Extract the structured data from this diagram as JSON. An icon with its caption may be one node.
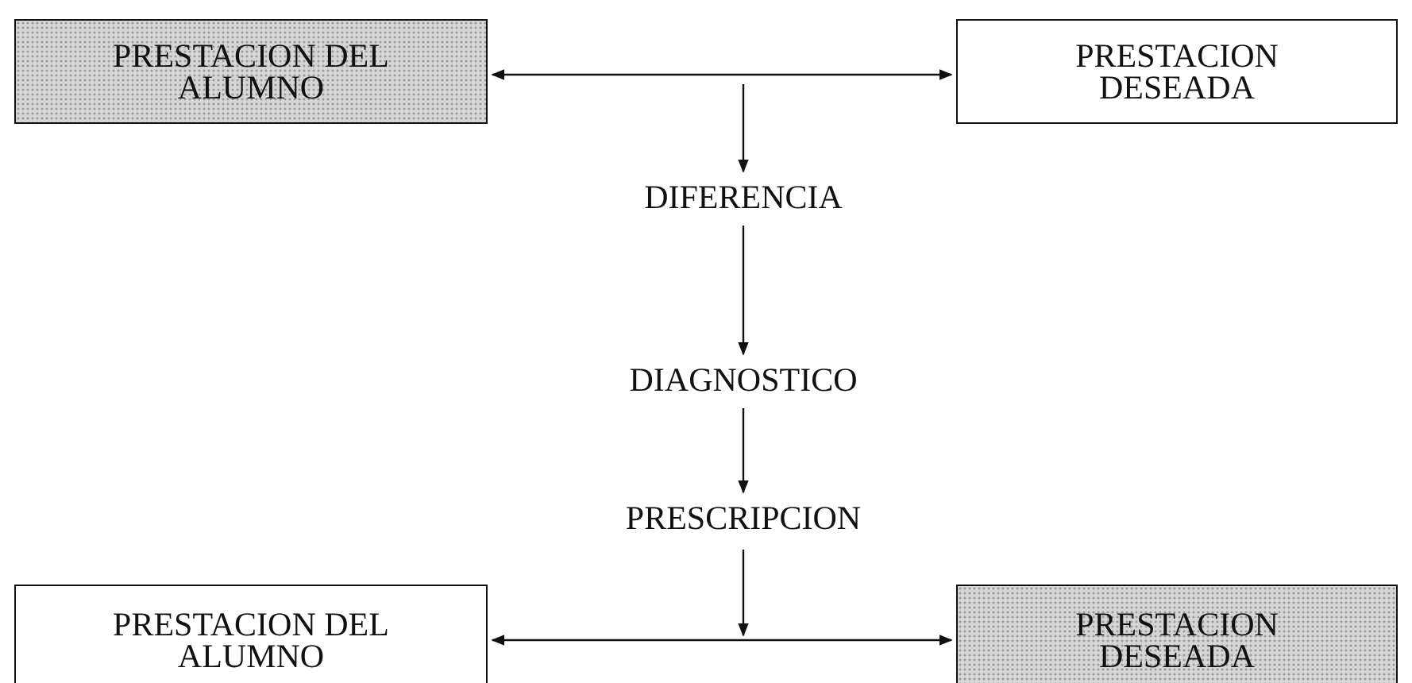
{
  "diagram": {
    "nodes": [
      {
        "text": [
          "PRESTACION DEL ALUMNO"
        ]
      },
      {
        "text": [
          "PRESTACION DESEADA"
        ]
      },
      {
        "text": [
          "DIFERENCIA"
        ]
      },
      {
        "text": [
          "DIAGNOSTICO"
        ]
      },
      {
        "text": [
          "PRESCRIPCION"
        ]
      },
      {
        "text": [
          "PRESTACION DEL ALUMNO"
        ]
      },
      {
        "text": [
          "PRESTACION DESEADA"
        ]
      }
    ],
    "edges": [
      {
        "from": 0,
        "to": 1,
        "arrow": "both"
      },
      {
        "from": null,
        "to": 2,
        "arrow": "to"
      },
      {
        "from": 2,
        "to": 3,
        "arrow": "to"
      },
      {
        "from": 3,
        "to": 4,
        "arrow": "to"
      },
      {
        "from": 4,
        "to": null,
        "arrow": "to"
      },
      {
        "from": 5,
        "to": 6,
        "arrow": "both"
      }
    ]
  }
}
